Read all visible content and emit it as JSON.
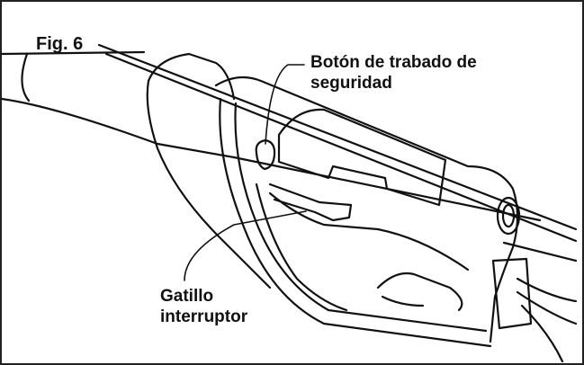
{
  "figure": {
    "title": "Fig. 6",
    "labels": {
      "safety_lock": {
        "line1": "Botón de trabado de",
        "line2": "seguridad"
      },
      "trigger": {
        "line1": "Gatillo",
        "line2": "interruptor"
      }
    }
  },
  "colors": {
    "line": "#111111",
    "background": "#ffffff",
    "border": "#222222"
  }
}
